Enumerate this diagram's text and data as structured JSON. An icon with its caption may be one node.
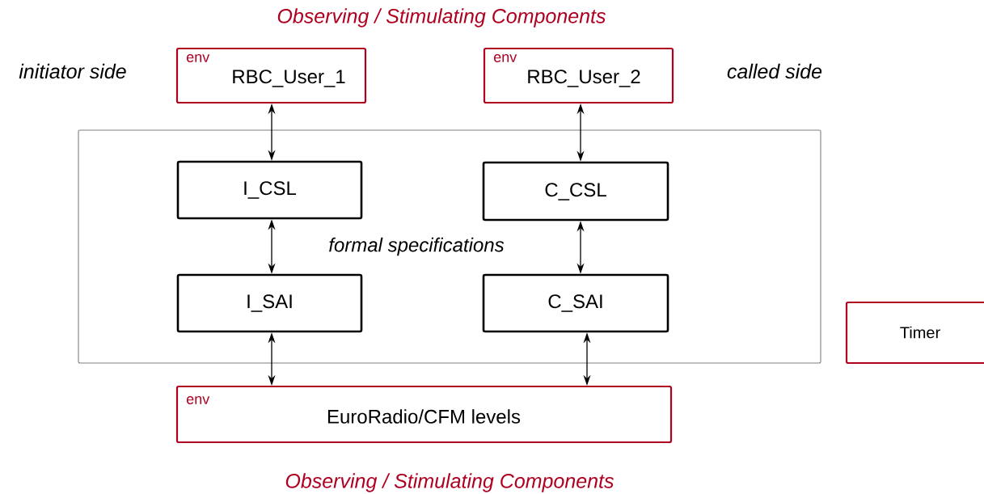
{
  "diagram": {
    "nodes": [
      {
        "text": [
          "env",
          "RBC_User_1"
        ]
      },
      {
        "text": [
          "env",
          "RBC_User_2"
        ]
      },
      {
        "text": [
          "formal specifications"
        ]
      },
      {
        "text": [
          "I_CSL"
        ],
        "in": 2
      },
      {
        "text": [
          "C_CSL"
        ],
        "in": 2
      },
      {
        "text": [
          "I_SAI"
        ],
        "in": 2
      },
      {
        "text": [
          "C_SAI"
        ],
        "in": 2
      },
      {
        "text": [
          "env",
          "EuroRadio/CFM levels"
        ]
      },
      {
        "text": [
          "Timer"
        ]
      }
    ],
    "edges": [
      {
        "from": 0,
        "to": 3,
        "arrow": "both"
      },
      {
        "from": 1,
        "to": 4,
        "arrow": "both"
      },
      {
        "from": 3,
        "to": 5,
        "arrow": "both"
      },
      {
        "from": 4,
        "to": 6,
        "arrow": "both"
      },
      {
        "from": 5,
        "to": 7,
        "arrow": "both"
      },
      {
        "from": 6,
        "to": 7,
        "arrow": "both"
      }
    ],
    "labels": [
      "Observing  / Stimulating Components",
      "initiator side",
      "called side",
      "Observing  / Stimulating Components"
    ]
  }
}
